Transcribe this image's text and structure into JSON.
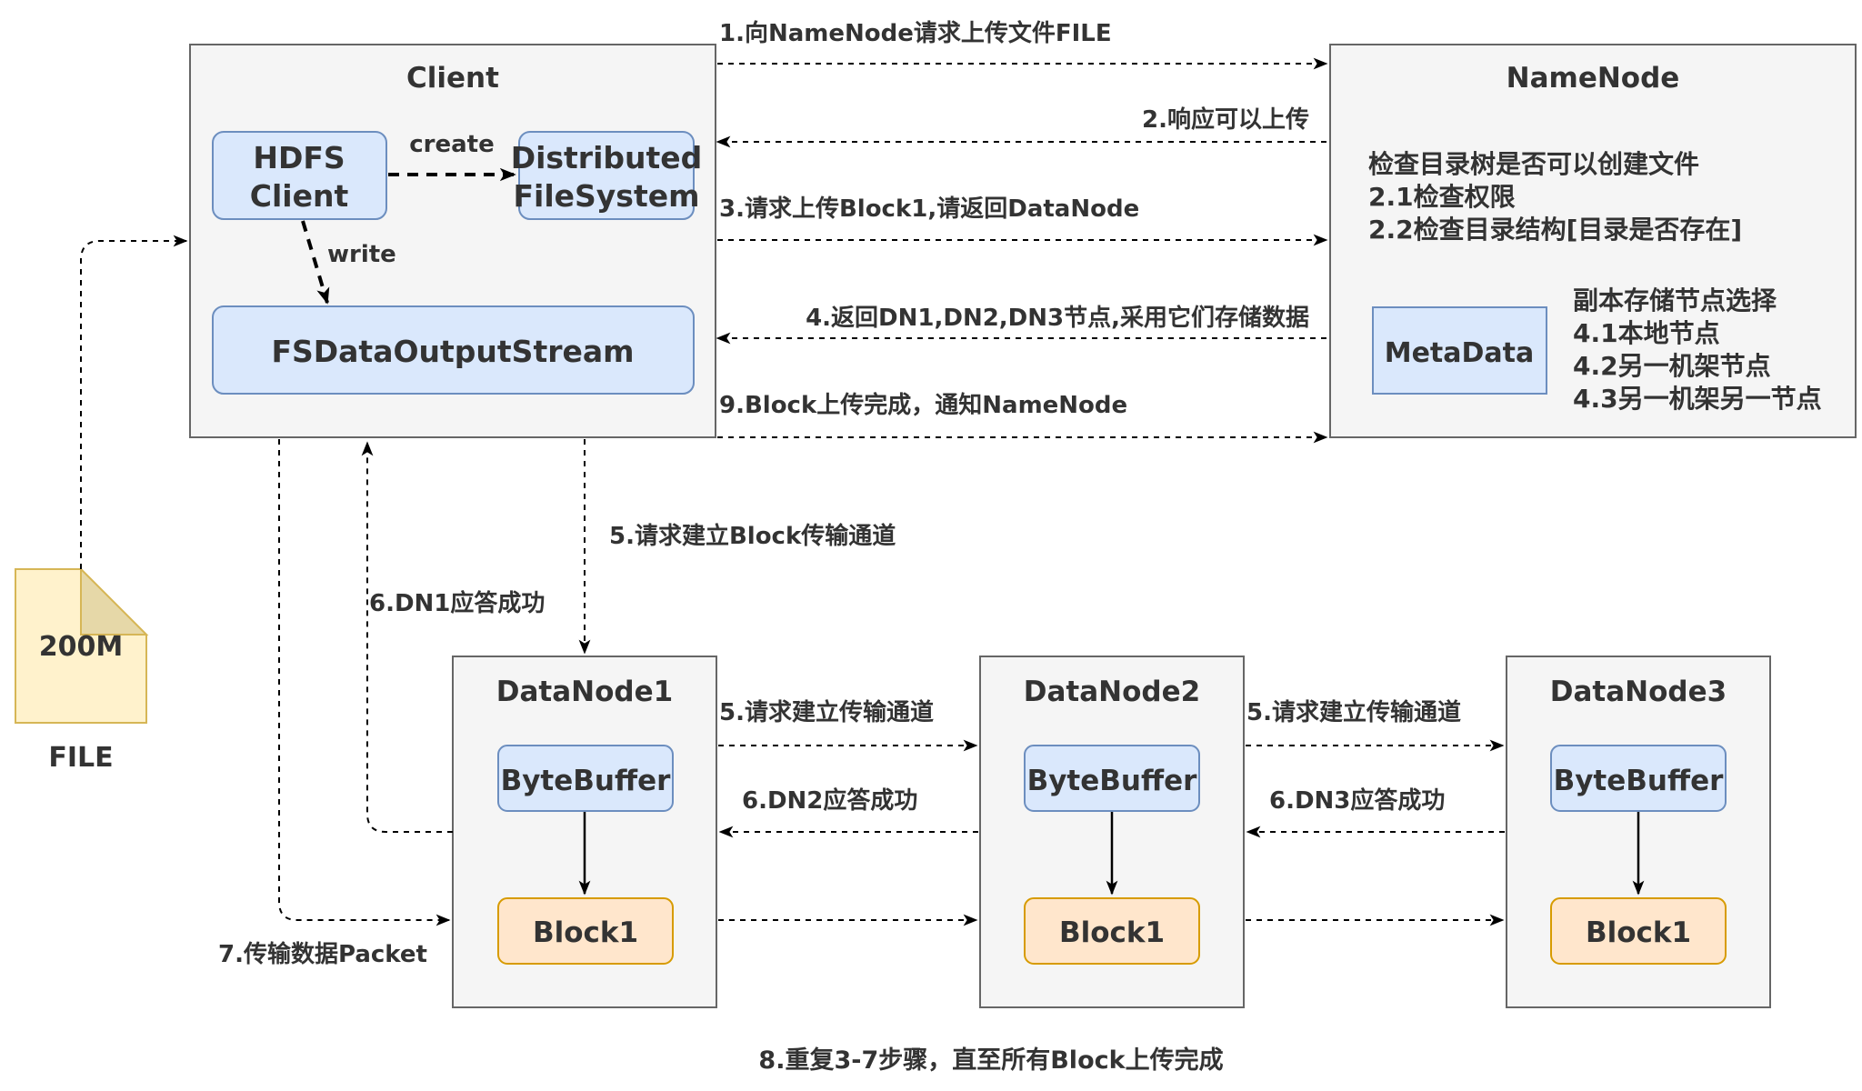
{
  "nodes": {
    "client": "Client",
    "hdfs_client": [
      "HDFS",
      "Client"
    ],
    "distributed_fs": [
      "Distributed",
      "FileSystem"
    ],
    "output_stream": "FSDataOutputStream",
    "namenode": "NameNode",
    "metadata": "MetaData",
    "datanode1": "DataNode1",
    "datanode2": "DataNode2",
    "datanode3": "DataNode3",
    "bytebuffer": "ByteBuffer",
    "block": "Block1",
    "file_size": "200M",
    "file_label": "FILE"
  },
  "edges": {
    "create": "create",
    "write": "write",
    "step1": "1.向NameNode请求上传文件FILE",
    "step2": "2.响应可以上传",
    "step3": "3.请求上传Block1,请返回DataNode",
    "step4": "4.返回DN1,DN2,DN3节点,采用它们存储数据",
    "step9": "9.Block上传完成，通知NameNode",
    "step5_pipeline": "5.请求建立Block传输通道",
    "step6_dn1": "6.DN1应答成功",
    "step5_dn12": "5.请求建立传输通道",
    "step5_dn23": "5.请求建立传输通道",
    "step6_dn2": "6.DN2应答成功",
    "step6_dn3": "6.DN3应答成功",
    "step7": "7.传输数据Packet",
    "step8": "8.重复3-7步骤，直至所有Block上传完成"
  },
  "namenode_notes": {
    "check": [
      "检查目录树是否可以创建文件",
      "2.1检查权限",
      "2.2检查目录结构[目录是否存在]"
    ],
    "replica": [
      "副本存储节点选择",
      "4.1本地节点",
      "4.2另一机架节点",
      "4.3另一机架另一节点"
    ]
  }
}
